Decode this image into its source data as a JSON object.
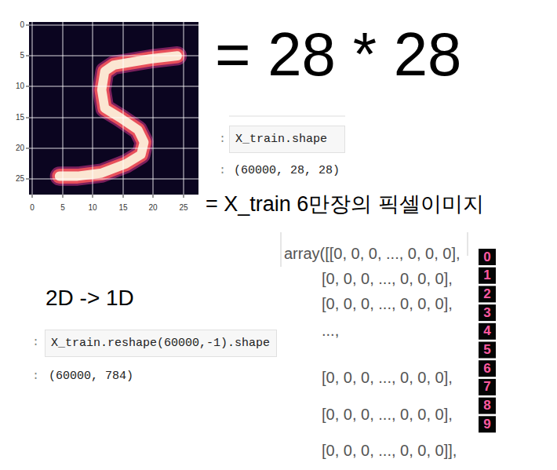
{
  "diagram": {
    "nodes": [
      {
        "text": [
          "X_train.shape"
        ]
      },
      {
        "text": [
          "X_train.reshape(60000,-1).shape"
        ]
      }
    ],
    "labels": [
      "0",
      "5",
      "10",
      "15",
      "20",
      "25",
      "0",
      "5",
      "10",
      "15",
      "20",
      "25",
      "= 28 * 28",
      ":",
      ":",
      "(60000, 28, 28)",
      "= X_train 6만장의 픽셀이미지",
      "2D -> 1D",
      ":",
      ":",
      "(60000, 784)",
      "array([[0, 0, 0, ..., 0, 0, 0],",
      "[0, 0, 0, ..., 0, 0, 0],",
      "[0, 0, 0, ..., 0, 0, 0],",
      "...,",
      "[0, 0, 0, ..., 0, 0, 0],",
      "[0, 0, 0, ..., 0, 0, 0],",
      "[0, 0, 0, ..., 0, 0, 0]],",
      "0",
      "1",
      "2",
      "3",
      "4",
      "5",
      "6",
      "7",
      "8",
      "9"
    ]
  }
}
